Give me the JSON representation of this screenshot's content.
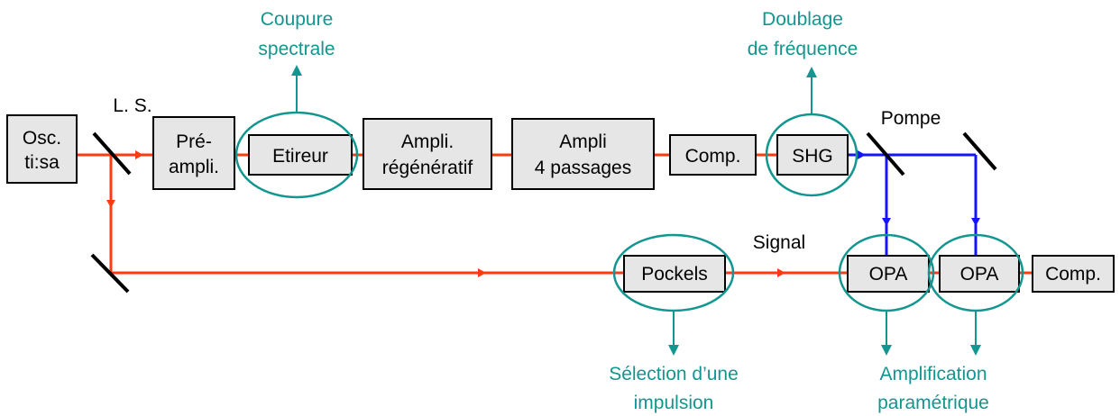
{
  "components": {
    "oscillator": [
      "Osc.",
      "ti:sa"
    ],
    "preamp": [
      "Pré-",
      "ampli."
    ],
    "stretcher": "Etireur",
    "regen_amp": [
      "Ampli.",
      "régénératif"
    ],
    "amp_4pass": [
      "Ampli",
      "4 passages"
    ],
    "compressor_1": "Comp.",
    "shg": "SHG",
    "pockels": "Pockels",
    "opa_1": "OPA",
    "opa_2": "OPA",
    "compressor_2": "Comp."
  },
  "labels": {
    "beam_splitter": "L. S.",
    "pump": "Pompe",
    "signal": "Signal"
  },
  "annotations": {
    "spectral_cut": [
      "Coupure",
      "spectrale"
    ],
    "frequency_doubling": [
      "Doublage",
      "de fréquence"
    ],
    "pulse_selection": [
      "Sélection d’une",
      "impulsion"
    ],
    "parametric_amp": [
      "Amplification",
      "paramétrique"
    ]
  },
  "colors": {
    "infrared_beam": "#ff3b0f",
    "pump_beam": "#1414ff",
    "annotation": "#12968f",
    "box_fill": "#e6e6e6"
  }
}
